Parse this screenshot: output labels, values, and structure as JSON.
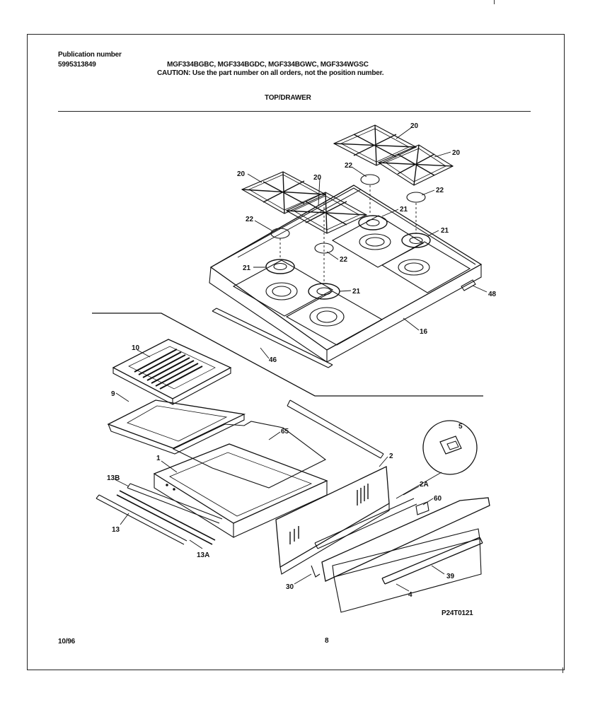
{
  "header": {
    "publication_label": "Publication number",
    "publication_number": "5995313849",
    "models": "MGF334BGBC, MGF334BGDC, MGF334BGWC, MGF334WGSC",
    "caution": "CAUTION:  Use the part number on all orders, not the position number.",
    "section_title": "TOP/DRAWER"
  },
  "callouts": [
    "20",
    "20",
    "20",
    "20",
    "22",
    "22",
    "22",
    "22",
    "21",
    "21",
    "21",
    "21",
    "48",
    "16",
    "46",
    "10",
    "9",
    "65",
    "1",
    "2",
    "5",
    "2A",
    "60",
    "13B",
    "13",
    "13A",
    "30",
    "39",
    "4"
  ],
  "footer": {
    "figure_code": "P24T0121",
    "date": "10/96",
    "page": "8"
  }
}
